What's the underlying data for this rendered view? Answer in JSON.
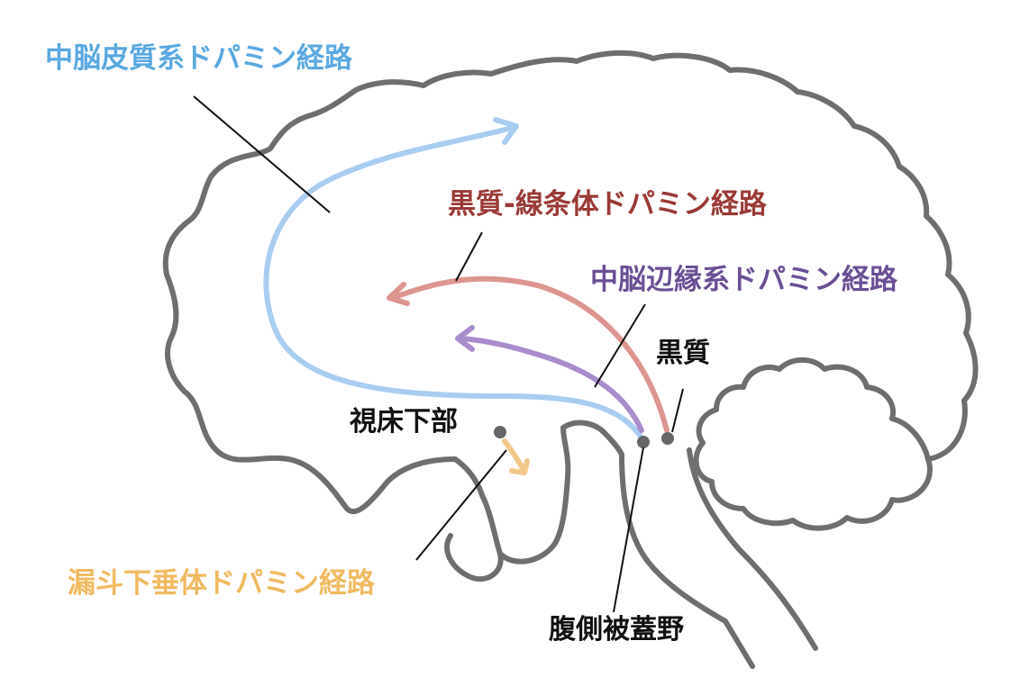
{
  "labels": {
    "mesocortical": "中脳皮質系ドパミン経路",
    "nigrostriatal": "黒質-線条体ドパミン経路",
    "mesolimbic": "中脳辺縁系ドパミン経路",
    "substantia_nigra": "黒質",
    "hypothalamus": "視床下部",
    "tuberoinfundibular": "漏斗下垂体ドパミン経路",
    "vta": "腹側被蓋野"
  },
  "colors": {
    "outline": "#6e6e6e",
    "mesocortical": "#a9cdf0",
    "mesocortical_text": "#59a8e0",
    "nigrostriatal": "#dd9590",
    "nigrostriatal_text": "#9a3a36",
    "mesolimbic": "#a98ccb",
    "mesolimbic_text": "#6a4f95",
    "tuberoinfundibular": "#f1c88a",
    "tuberoinfundibular_text": "#f0ba60",
    "nucleus": "#666666",
    "leader_line": "#111111"
  }
}
